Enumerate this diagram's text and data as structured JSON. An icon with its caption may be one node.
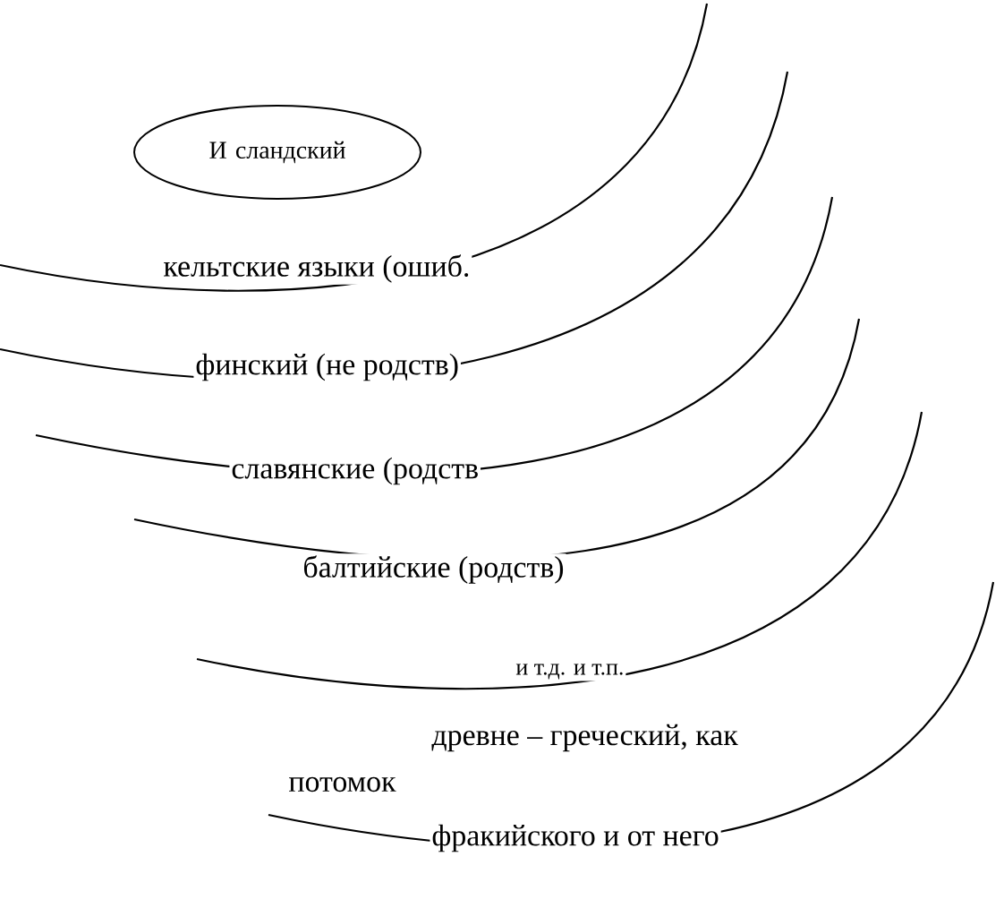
{
  "diagram": {
    "nodes": [
      {
        "text": [
          "И сландский"
        ]
      }
    ],
    "labels": [
      "кельтские языки (ошиб.",
      "финский (не родств)",
      "славянские (родств",
      "балтийские (родств)",
      "и т.д. и т.п.",
      "древне – греческий, как",
      "потомок",
      "фракийского и от него"
    ]
  }
}
